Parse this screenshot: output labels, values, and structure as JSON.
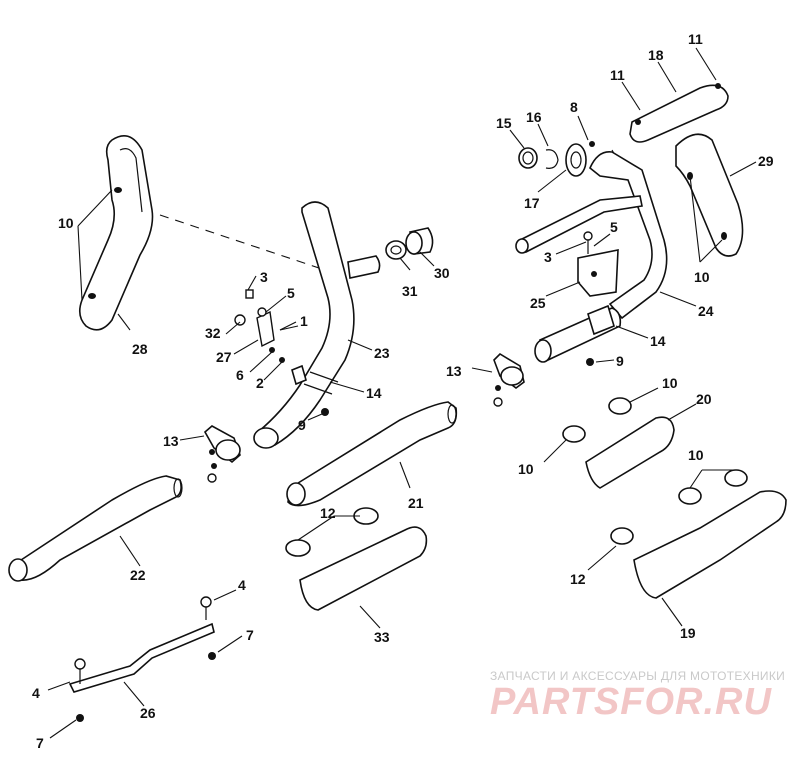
{
  "callouts": {
    "c1": "1",
    "c2": "2",
    "c3a": "3",
    "c3b": "3",
    "c4a": "4",
    "c4b": "4",
    "c5a": "5",
    "c5b": "5",
    "c6": "6",
    "c7a": "7",
    "c7b": "7",
    "c8": "8",
    "c9a": "9",
    "c9b": "9",
    "c10a": "10",
    "c10b": "10",
    "c10c": "10",
    "c10d": "10",
    "c10e": "10",
    "c11a": "11",
    "c11b": "11",
    "c12a": "12",
    "c12b": "12",
    "c13a": "13",
    "c13b": "13",
    "c14a": "14",
    "c14b": "14",
    "c15": "15",
    "c16": "16",
    "c17": "17",
    "c18": "18",
    "c19": "19",
    "c20": "20",
    "c21": "21",
    "c22": "22",
    "c23": "23",
    "c24": "24",
    "c25": "25",
    "c26": "26",
    "c27": "27",
    "c28": "28",
    "c29": "29",
    "c30": "30",
    "c31": "31",
    "c32": "32",
    "c33": "33"
  },
  "watermark": {
    "subtitle": "ЗАПЧАСТИ И АКСЕССУАРЫ ДЛЯ МОТОТЕХНИКИ",
    "logo": "PARTSFOR.RU"
  }
}
